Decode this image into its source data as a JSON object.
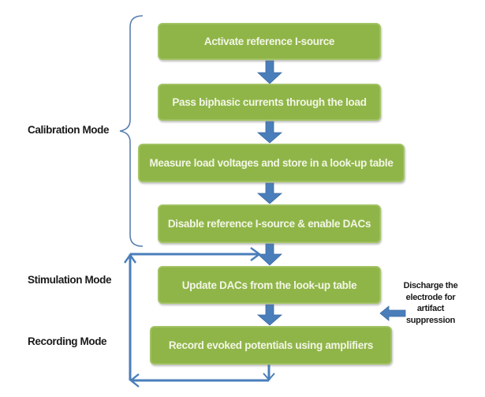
{
  "diagram": {
    "type": "flowchart",
    "steps": [
      {
        "id": "step-1",
        "label": "Activate reference I-source",
        "mode": "Calibration Mode"
      },
      {
        "id": "step-2",
        "label": "Pass biphasic currents through the load",
        "mode": "Calibration Mode"
      },
      {
        "id": "step-3",
        "label": "Measure load voltages and store in a look-up table",
        "mode": "Calibration Mode"
      },
      {
        "id": "step-4",
        "label": "Disable reference I-source & enable DACs",
        "mode": "Calibration Mode"
      },
      {
        "id": "step-5",
        "label": "Update DACs from the look-up table",
        "mode": "Stimulation Mode"
      },
      {
        "id": "step-6",
        "label": "Record evoked potentials using amplifiers",
        "mode": "Recording Mode"
      }
    ],
    "modes": {
      "calibration": "Calibration Mode",
      "stimulation": "Stimulation Mode",
      "recording": "Recording Mode"
    },
    "side_note": {
      "lines": [
        "Discharge the",
        "electrode for",
        "artifact",
        "suppression"
      ]
    },
    "edges": [
      {
        "from": "step-1",
        "to": "step-2"
      },
      {
        "from": "step-2",
        "to": "step-3"
      },
      {
        "from": "step-3",
        "to": "step-4"
      },
      {
        "from": "step-4",
        "to": "step-5"
      },
      {
        "from": "step-5",
        "to": "step-6"
      },
      {
        "from": "step-6",
        "to": "step-5",
        "kind": "loop"
      },
      {
        "from": "side-note",
        "to": "step-5/step-6",
        "kind": "annotation"
      }
    ],
    "colors": {
      "box_fill": "#8fb548",
      "box_text": "#f3f6e6",
      "arrow": "#4a7ebb",
      "brace": "#5b7fae",
      "label_text": "#1a1a1a"
    }
  }
}
